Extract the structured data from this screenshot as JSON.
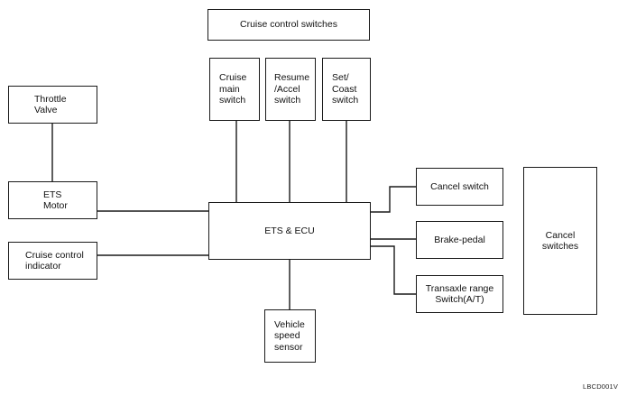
{
  "blocks": {
    "cruise_control_switches": "Cruise control switches",
    "cruise_main_switch": [
      "Cruise",
      "main",
      "switch"
    ],
    "resume_accel_switch": [
      "Resume",
      "/Accel",
      "switch"
    ],
    "set_coast_switch": [
      "Set/",
      "Coast",
      "switch"
    ],
    "throttle_valve": [
      "Throttle",
      "Valve"
    ],
    "ets_motor": [
      "ETS",
      "Motor"
    ],
    "ets_ecu": "ETS & ECU",
    "cruise_control_indicator": [
      "Cruise control",
      "indicator"
    ],
    "vehicle_speed_sensor": [
      "Vehicle",
      "speed",
      "sensor"
    ],
    "cancel_switch": "Cancel switch",
    "brake_pedal": "Brake-pedal",
    "transaxle_range_switch": [
      "Transaxle range",
      "Switch(A/T)"
    ],
    "cancel_switches": [
      "Cancel",
      "switches"
    ]
  },
  "figure_code": "LBCD001V"
}
